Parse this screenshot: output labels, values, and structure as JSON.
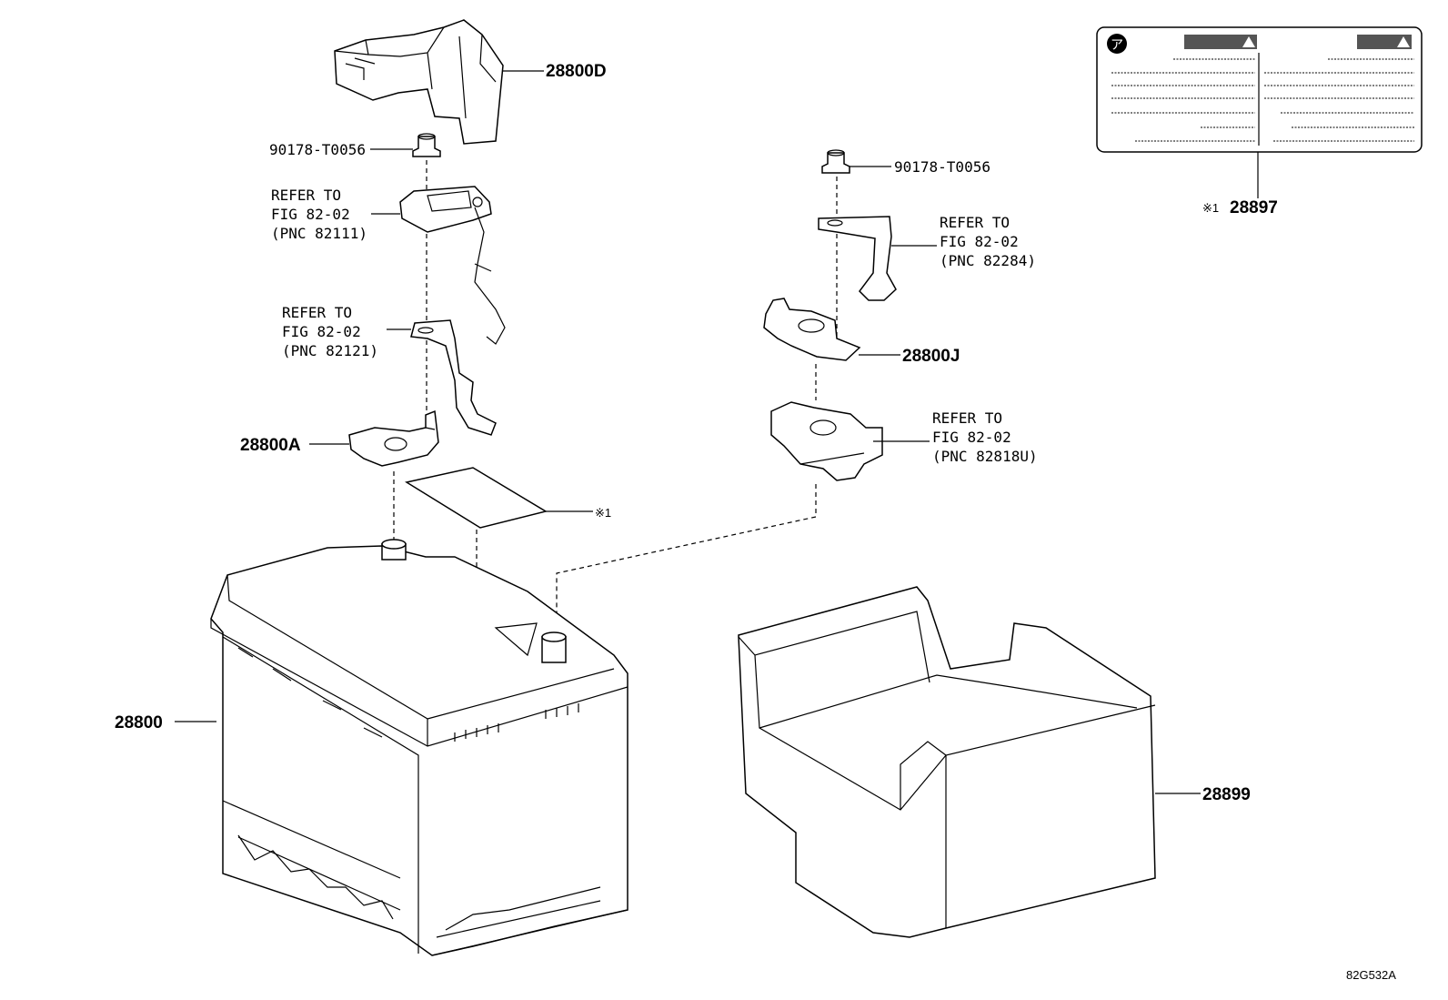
{
  "diagram_id": "82G532A",
  "parts": {
    "cover": "28800D",
    "bolt_left": "90178-T0056",
    "bolt_right": "90178-T0056",
    "terminal_neg": "28800A",
    "terminal_pos": "28800J",
    "battery": "28800",
    "tray": "28899",
    "label": "28897",
    "label_mark": "※1",
    "label_ref": "※1"
  },
  "refs": [
    {
      "line1": "REFER TO",
      "line2": "FIG 82-02",
      "line3": "(PNC 82111)"
    },
    {
      "line1": "REFER TO",
      "line2": "FIG 82-02",
      "line3": "(PNC 82121)"
    },
    {
      "line1": "REFER TO",
      "line2": "FIG 82-02",
      "line3": "(PNC 82284)"
    },
    {
      "line1": "REFER TO",
      "line2": "FIG 82-02",
      "line3": "(PNC 82818U)"
    }
  ],
  "warning_label": {
    "symbol": "ア"
  }
}
